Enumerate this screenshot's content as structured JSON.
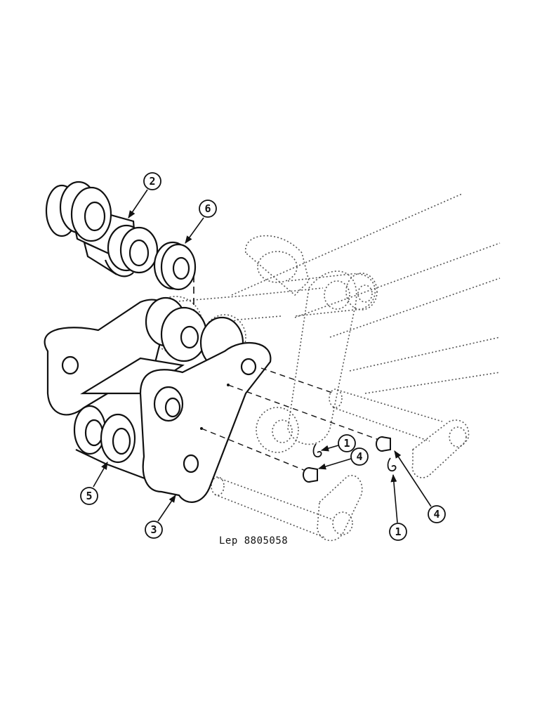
{
  "drawing": {
    "reference": "Lep 8805058",
    "callouts": [
      "2",
      "6",
      "5",
      "3",
      "1",
      "4",
      "1",
      "4"
    ]
  },
  "colors": {
    "ink": "#111111",
    "ghost": "#555555",
    "paper": "#ffffff"
  }
}
